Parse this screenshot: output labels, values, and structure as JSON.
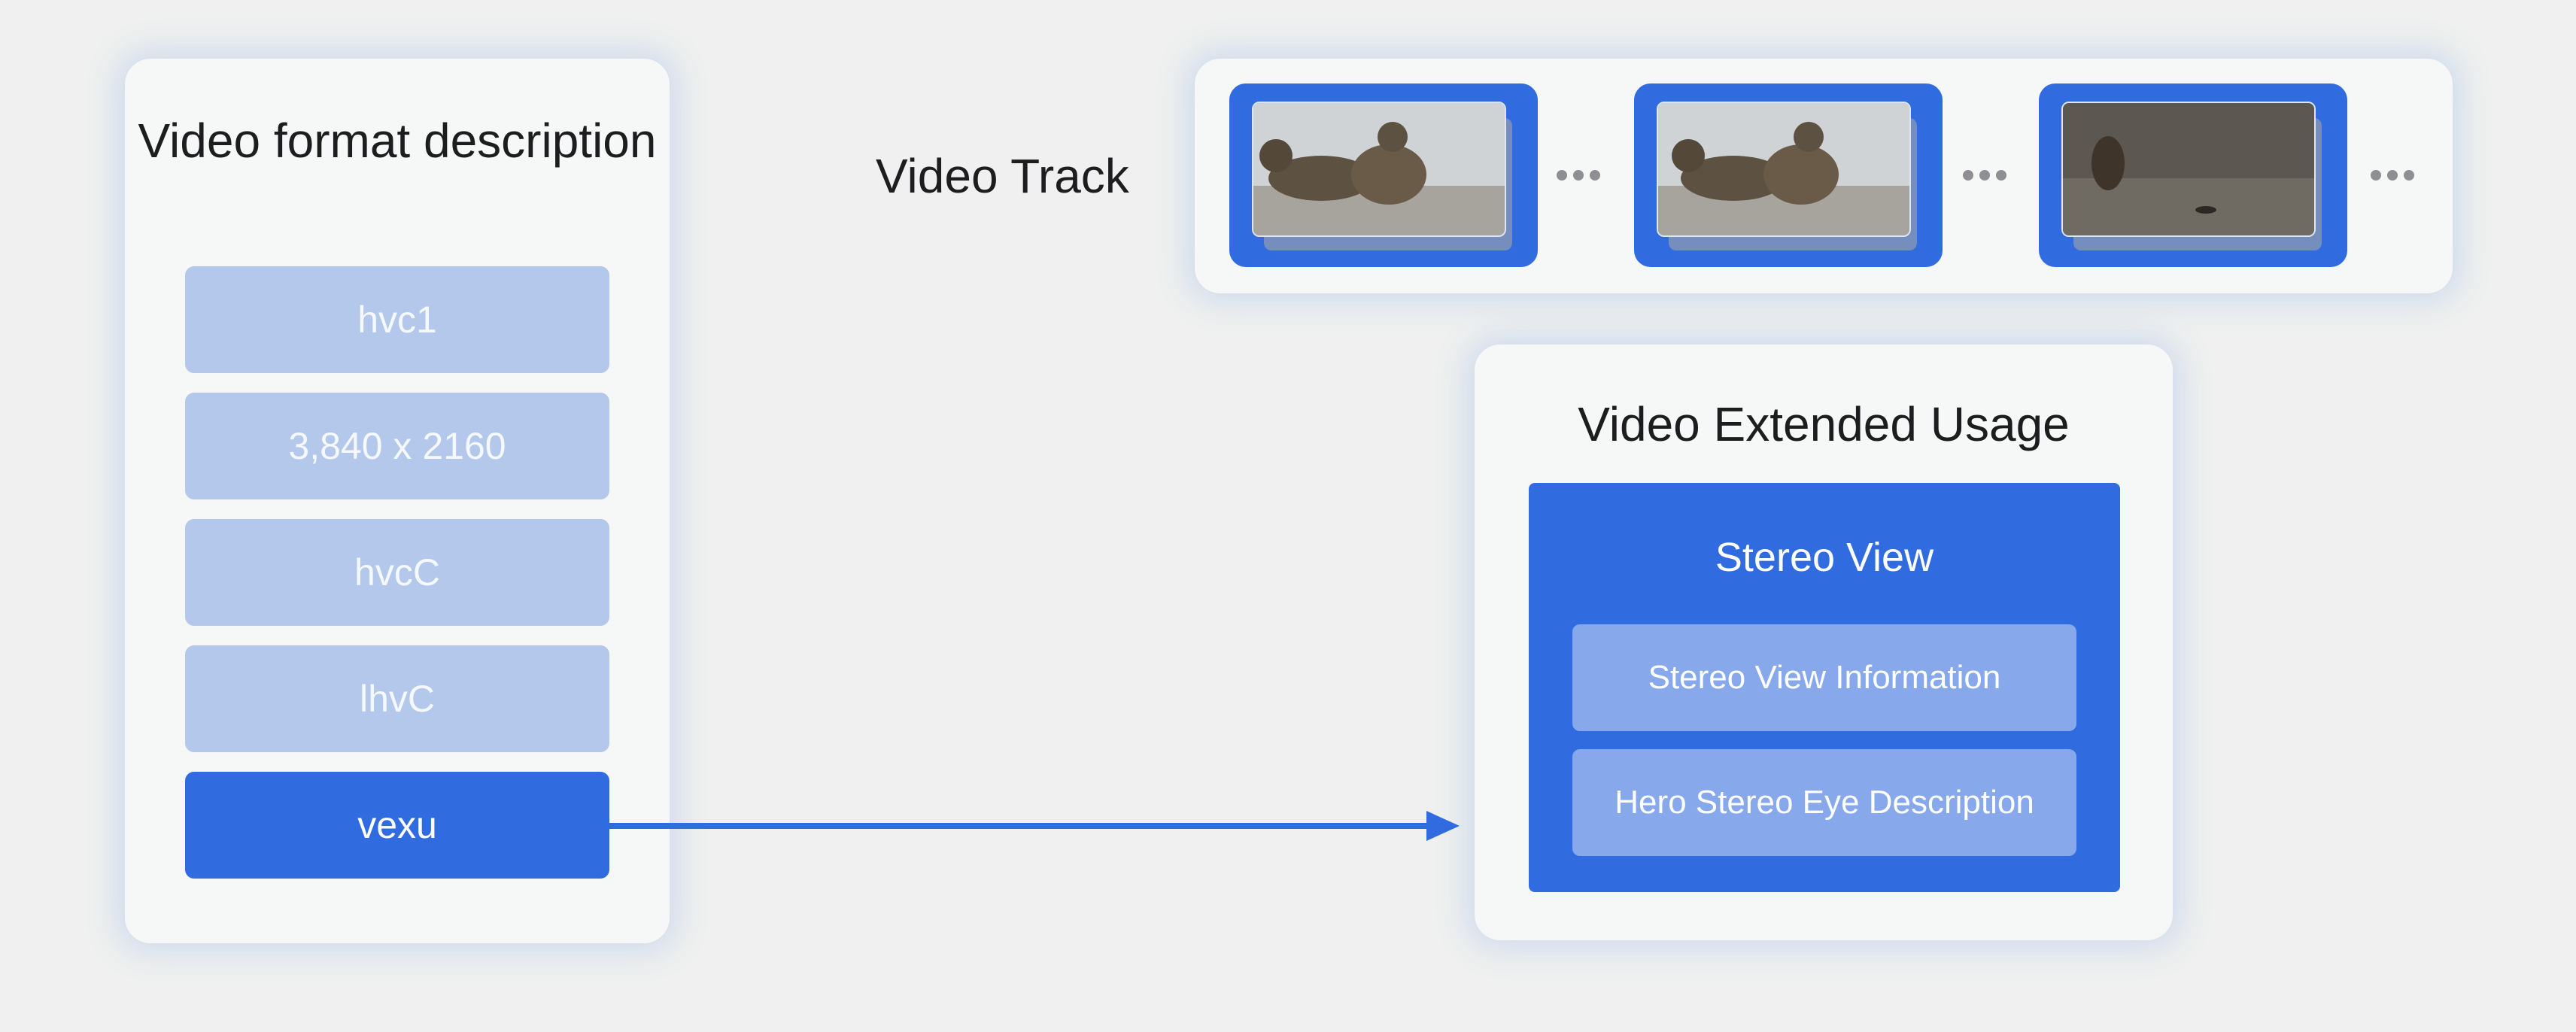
{
  "format_description": {
    "title": "Video format description",
    "items": [
      "hvc1",
      "3,840 x 2160",
      "hvcC",
      "lhvC",
      "vexu"
    ],
    "active_item": "vexu"
  },
  "video_track": {
    "label": "Video Track",
    "frames": 3,
    "separator": "•••"
  },
  "extended_usage": {
    "title": "Video Extended Usage",
    "stereo_view": {
      "title": "Stereo View",
      "items": [
        "Stereo View Information",
        "Hero Stereo Eye Description"
      ]
    }
  },
  "colors": {
    "accent": "#306ce0",
    "inactive_item": "#b3c8eb",
    "stereo_item": "#87a9ec",
    "background": "#eff0ef"
  }
}
